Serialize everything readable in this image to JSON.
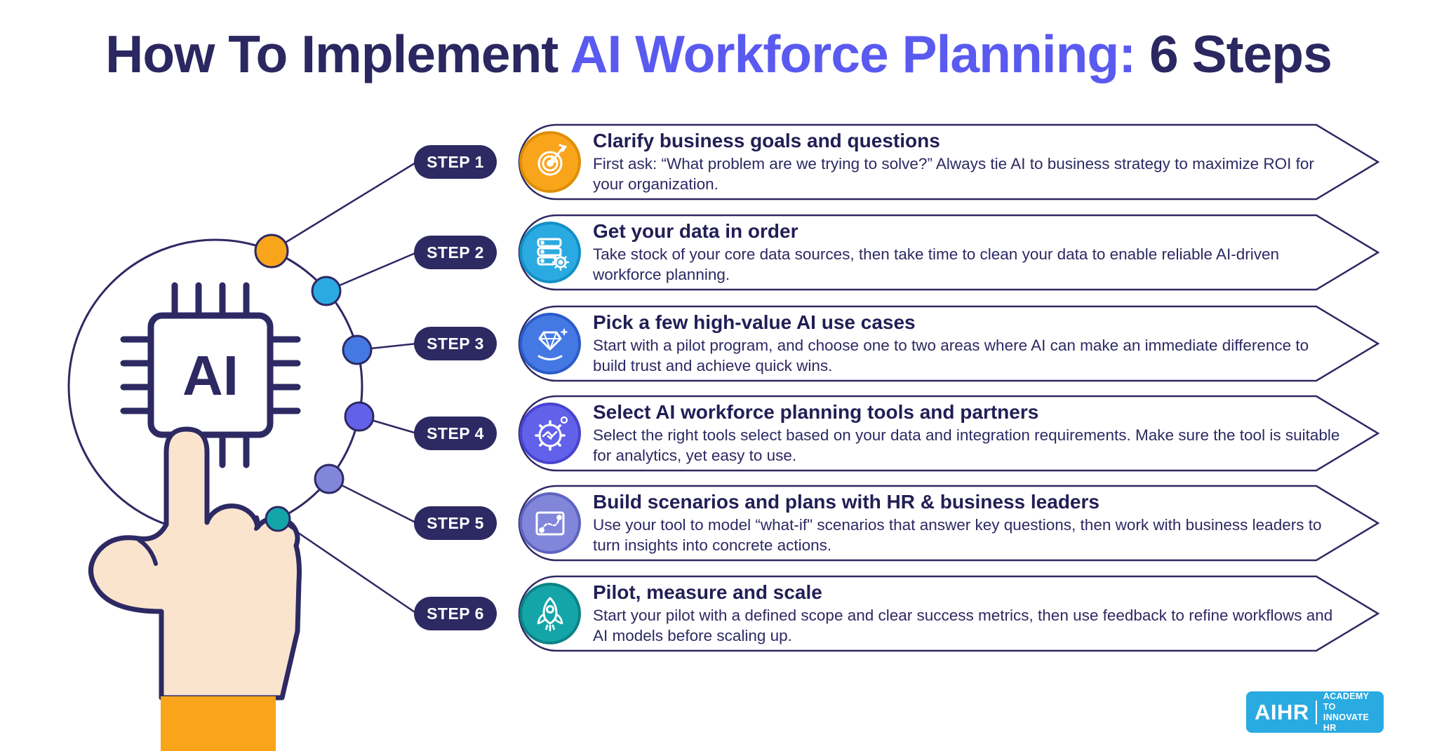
{
  "title": {
    "part1": "How To Implement",
    "part2": " AI Workforce Planning:",
    "part3": " 6 Steps"
  },
  "illustration": {
    "chip_label": "AI"
  },
  "steps": [
    {
      "label": "STEP 1",
      "icon": "target-dart-icon",
      "color": "#F9A51C",
      "ring": "#DE8E06",
      "heading": "Clarify business goals and questions",
      "body": "First ask: “What problem are we trying to solve?” Always tie AI to business strategy to maximize ROI for your organization."
    },
    {
      "label": "STEP 2",
      "icon": "data-stack-icon",
      "color": "#2BAAE2",
      "ring": "#128FC7",
      "heading": "Get your data in order",
      "body": "Take stock of your core data sources, then take time to clean your data to enable reliable AI-driven workforce planning."
    },
    {
      "label": "STEP 3",
      "icon": "hand-diamond-icon",
      "color": "#4479E4",
      "ring": "#2B5BC9",
      "heading": "Pick a few high-value AI use cases",
      "body": "Start with a pilot program, and choose one to two areas where AI can make an immediate difference to build trust and achieve quick wins."
    },
    {
      "label": "STEP 4",
      "icon": "gear-handshake-icon",
      "color": "#6261EA",
      "ring": "#4843CF",
      "heading": "Select AI workforce planning tools and partners",
      "body": "Select the right tools select based on your data and integration requirements. Make sure the tool is suitable for analytics, yet easy to use."
    },
    {
      "label": "STEP 5",
      "icon": "blueprint-plan-icon",
      "color": "#8186DB",
      "ring": "#5F64C2",
      "heading": "Build scenarios and plans with HR & business leaders",
      "body": "Use your tool to model “what-if\" scenarios that answer key questions, then work with business leaders to turn insights into concrete actions."
    },
    {
      "label": "STEP 6",
      "icon": "rocket-icon",
      "color": "#14A5A8",
      "ring": "#0B8387",
      "heading": "Pilot, measure and scale",
      "body": "Start your pilot with a defined scope and clear success metrics, then use feedback to refine workflows and AI models before scaling up."
    }
  ],
  "logo": {
    "brand": "AIHR",
    "tagline_line1": "ACADEMY TO",
    "tagline_line2": "INNOVATE HR"
  },
  "colors": {
    "navy": "#2D2963",
    "purple_highlight": "#5A5AF0",
    "background": "#FFFFFF",
    "sleeve_orange": "#F9A51C",
    "hand_skin": "#FBE4CE",
    "logo_blue": "#29AAE1"
  }
}
